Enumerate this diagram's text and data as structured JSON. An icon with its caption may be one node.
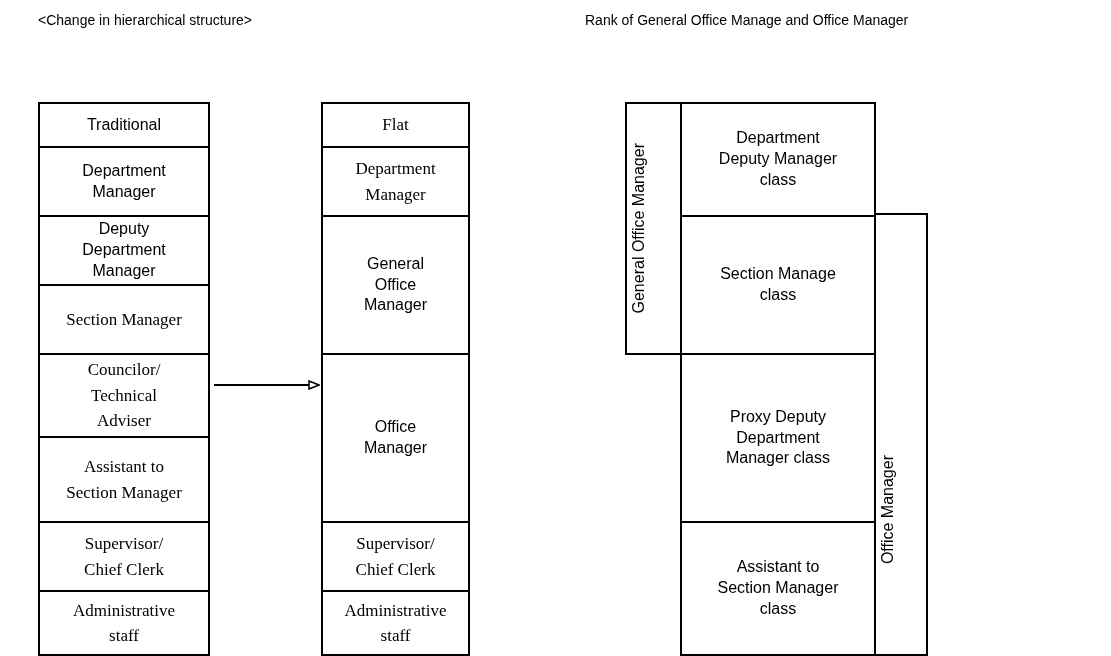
{
  "diagram": {
    "nodes": [
      {
        "text": [
          "Traditional"
        ]
      },
      {
        "text": [
          "Department Manager"
        ]
      },
      {
        "text": [
          "Deputy Department Manager"
        ]
      },
      {
        "text": [
          "Section Manager"
        ]
      },
      {
        "text": [
          "Councilor/ Technical Adviser"
        ]
      },
      {
        "text": [
          "Assistant to Section Manager"
        ]
      },
      {
        "text": [
          "Supervisor/ Chief Clerk"
        ]
      },
      {
        "text": [
          "Administrative staff"
        ]
      },
      {
        "text": [
          "Flat"
        ]
      },
      {
        "text": [
          "Department Manager"
        ]
      },
      {
        "text": [
          "General Office Manager"
        ]
      },
      {
        "text": [
          "Office Manager"
        ]
      },
      {
        "text": [
          "Supervisor/ Chief Clerk"
        ]
      },
      {
        "text": [
          "Administrative staff"
        ]
      },
      {
        "text": [
          "General Office Manager"
        ]
      },
      {
        "text": [
          "Department Deputy Manager class"
        ]
      },
      {
        "text": [
          "Section Manage class"
        ]
      },
      {
        "text": [
          "Office Manager"
        ]
      },
      {
        "text": [
          "Proxy Deputy Department Manager class"
        ]
      },
      {
        "text": [
          "Assistant to Section Manager class"
        ]
      }
    ],
    "edges": [
      {
        "from": 4,
        "to": 11,
        "arrow": "to"
      }
    ],
    "labels": [
      "<Change in hierarchical structure>",
      "Rank of General Office Manage and Office Manager"
    ]
  }
}
